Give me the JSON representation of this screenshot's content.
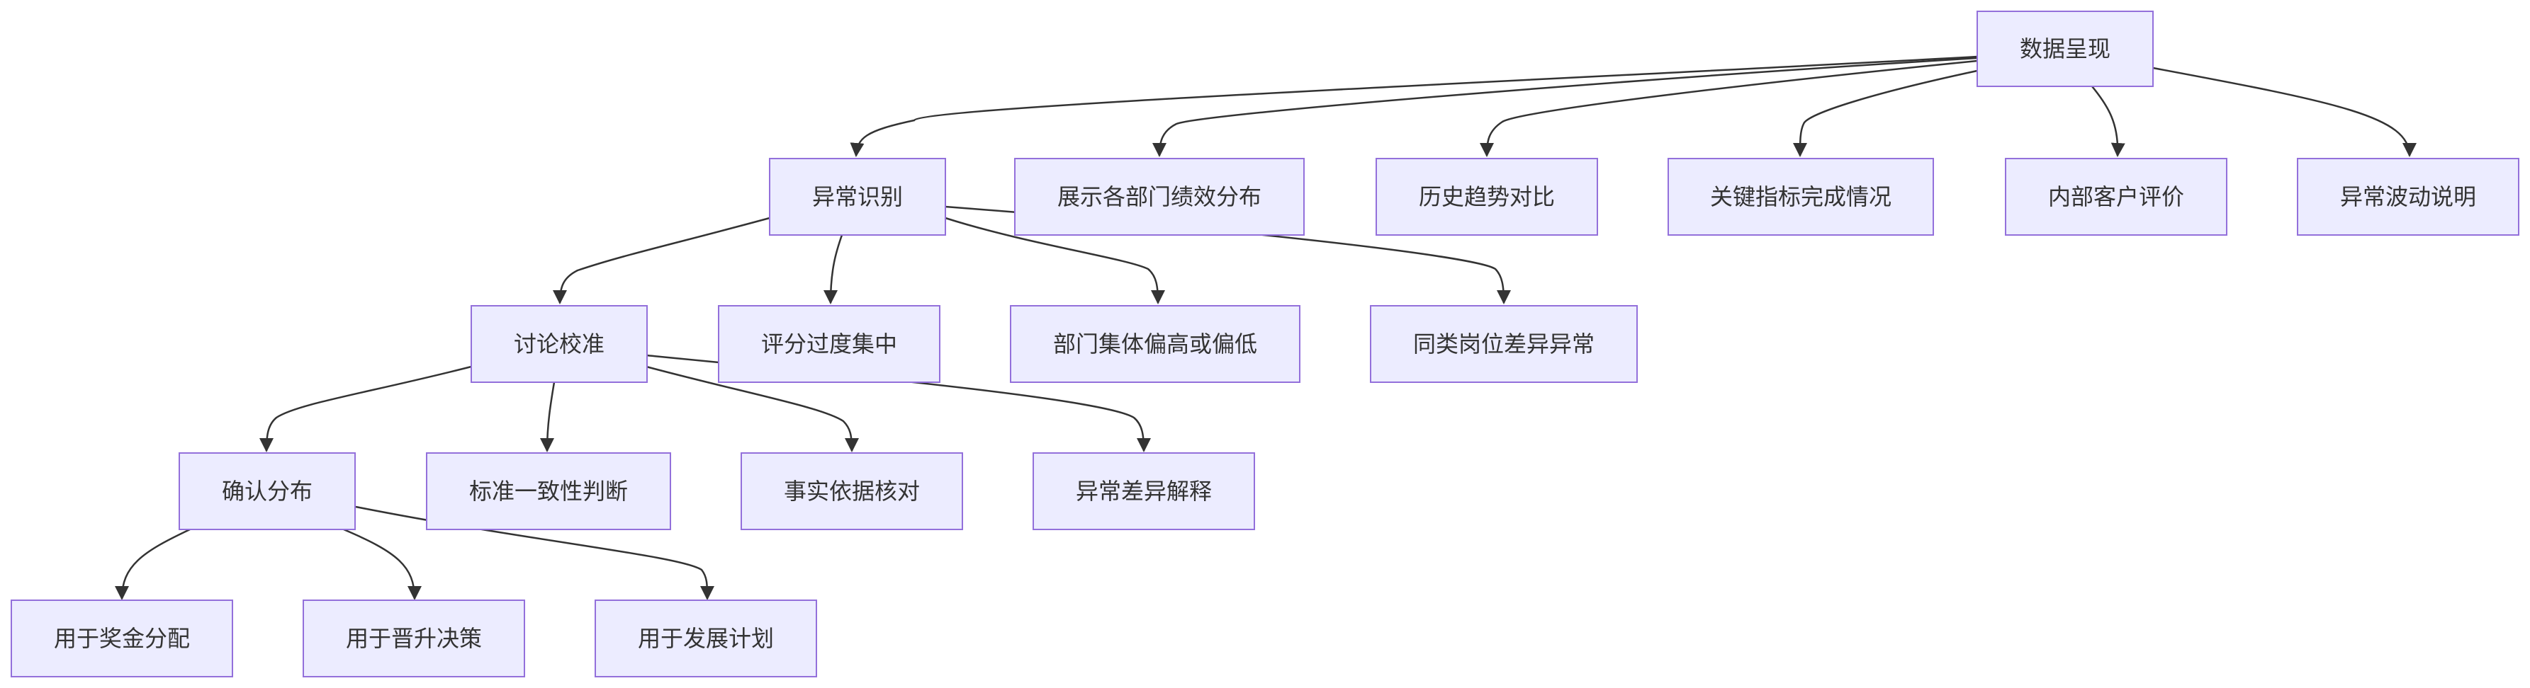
{
  "nodes": {
    "root": "数据呈现",
    "n_abnormal": "异常识别",
    "n_dept_dist": "展示各部门绩效分布",
    "n_history": "历史趋势对比",
    "n_kpi": "关键指标完成情况",
    "n_internal": "内部客户评价",
    "n_fluct": "异常波动说明",
    "n_discuss": "讨论校准",
    "n_overconc": "评分过度集中",
    "n_dept_bias": "部门集体偏高或偏低",
    "n_peer": "同类岗位差异异常",
    "n_confirm": "确认分布",
    "n_consist": "标准一致性判断",
    "n_fact": "事实依据核对",
    "n_explain": "异常差异解释",
    "n_bonus": "用于奖金分配",
    "n_promo": "用于晋升决策",
    "n_dev": "用于发展计划"
  },
  "colors": {
    "node_fill": "#ECECFF",
    "node_stroke": "#9370DB",
    "edge": "#333333",
    "text": "#333333"
  }
}
